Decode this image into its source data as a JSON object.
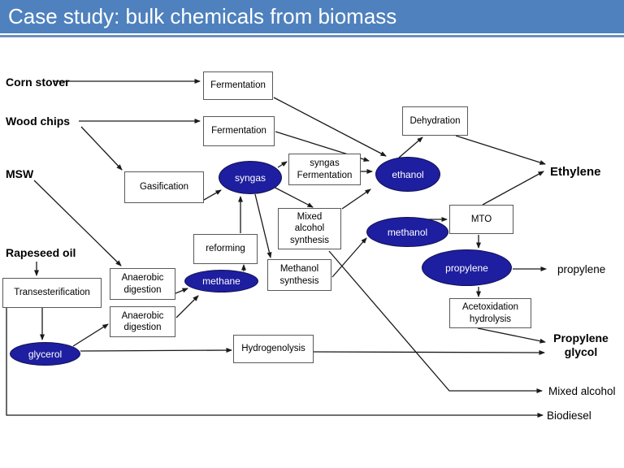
{
  "title_bar": {
    "text": "Case study: bulk chemicals from biomass"
  },
  "colors": {
    "titlebar_bg": "#4e81bd",
    "titlebar_text": "#ffffff",
    "ellipse_fill": "#1e1ea0",
    "ellipse_text": "#ffffff",
    "box_fill": "#ffffff",
    "box_border": "#595959",
    "arrow": "#1a1a1a"
  },
  "nodes": {
    "feedstocks": [
      {
        "label": "Corn stover"
      },
      {
        "label": "Wood chips"
      },
      {
        "label": "MSW"
      },
      {
        "label": "Rapeseed oil"
      }
    ],
    "processes": [
      {
        "label": "Fermentation"
      },
      {
        "label": "Fermentation"
      },
      {
        "label": "Gasification"
      },
      {
        "label": "Dehydration"
      },
      {
        "label": "syngas\nFermentation"
      },
      {
        "label": "Mixed\nalcohol\nsynthesis"
      },
      {
        "label": "reforming"
      },
      {
        "label": "Methanol\nsynthesis"
      },
      {
        "label": "MTO"
      },
      {
        "label": "Acetoxidation\nhydrolysis"
      },
      {
        "label": "Anaerobic\ndigestion"
      },
      {
        "label": "Anaerobic\ndigestion"
      },
      {
        "label": "Transesterification"
      },
      {
        "label": "Hydrogenolysis"
      }
    ],
    "intermediates": [
      {
        "label": "syngas"
      },
      {
        "label": "ethanol"
      },
      {
        "label": "methanol"
      },
      {
        "label": "propylene"
      },
      {
        "label": "methane"
      },
      {
        "label": "glycerol"
      }
    ],
    "products": [
      {
        "label": "Ethylene"
      },
      {
        "label": "propylene"
      },
      {
        "label": "Propylene\nglycol"
      },
      {
        "label": "Mixed alcohol"
      },
      {
        "label": "Biodiesel"
      }
    ]
  },
  "edges": [
    "Corn stover -> Fermentation",
    "Wood chips -> Fermentation",
    "Wood chips -> Gasification",
    "MSW -> Anaerobic digestion",
    "Gasification -> syngas",
    "reforming -> syngas",
    "methane -> reforming",
    "syngas -> syngas Fermentation",
    "syngas -> Mixed alcohol synthesis",
    "syngas -> Methanol synthesis",
    "Fermentation -> ethanol",
    "Fermentation -> ethanol",
    "syngas Fermentation -> ethanol",
    "Mixed alcohol synthesis -> ethanol",
    "ethanol -> Dehydration",
    "Dehydration -> Ethylene",
    "MTO -> Ethylene",
    "methanol -> MTO",
    "Methanol synthesis -> methanol",
    "MTO -> propylene",
    "propylene -> propylene (product)",
    "propylene -> Acetoxidation hydrolysis",
    "Acetoxidation hydrolysis -> Propylene glycol",
    "Hydrogenolysis -> Propylene glycol",
    "Mixed alcohol synthesis -> Mixed alcohol",
    "Rapeseed oil -> Transesterification",
    "Transesterification -> glycerol",
    "Transesterification -> Biodiesel",
    "glycerol -> Anaerobic digestion",
    "glycerol -> Hydrogenolysis",
    "Anaerobic digestion -> methane",
    "Anaerobic digestion -> methane"
  ]
}
